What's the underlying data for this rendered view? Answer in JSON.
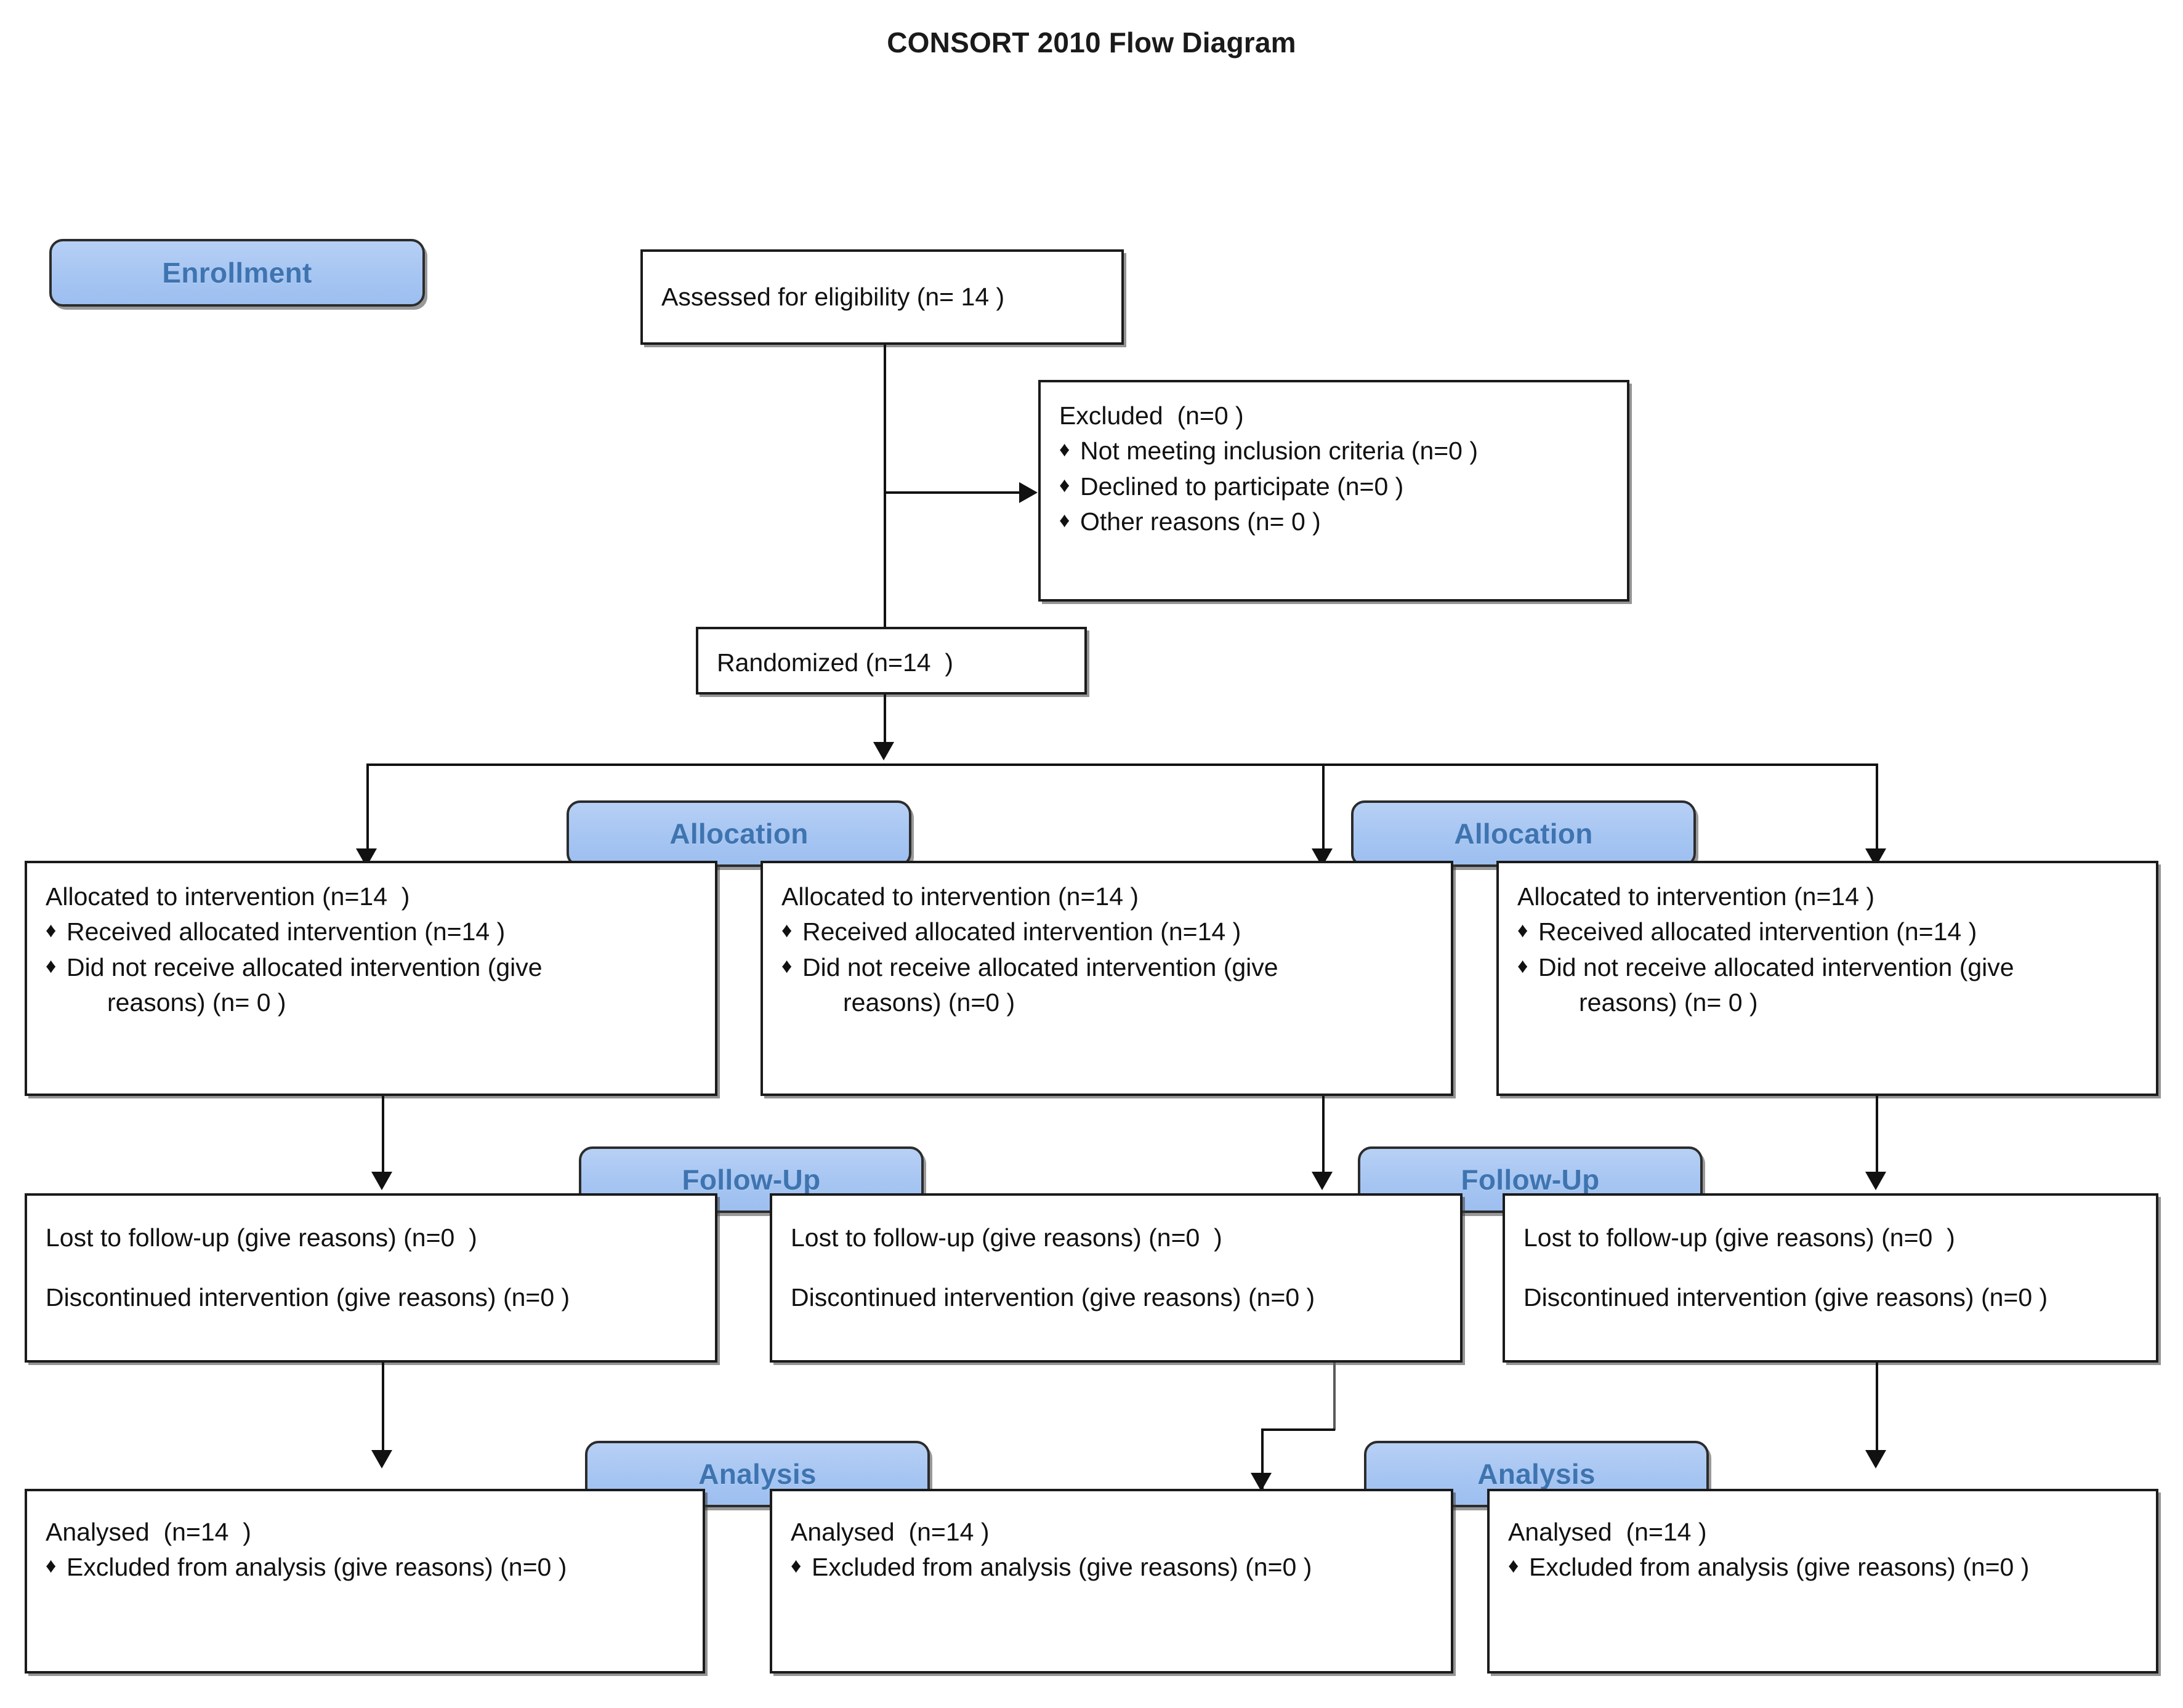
{
  "title": "CONSORT 2010 Flow Diagram",
  "stages": {
    "enrollment": "Enrollment",
    "allocation": "Allocation",
    "followup": "Follow-Up",
    "analysis": "Analysis"
  },
  "enrollment": {
    "assessed": "Assessed for eligibility (n= 14 )",
    "excluded_title": "Excluded  (n=0 )",
    "excluded_items": [
      "Not meeting inclusion criteria (n=0 )",
      "Declined to participate (n=0 )",
      "Other reasons (n= 0 )"
    ],
    "randomized": "Randomized (n=14  )"
  },
  "allocation_boxes": [
    {
      "title": "Allocated to intervention (n=14  )",
      "items": [
        "Received allocated intervention (n=14 )",
        "Did not receive allocated intervention (give"
      ],
      "continuation": "reasons) (n= 0 )"
    },
    {
      "title": "Allocated to intervention (n=14 )",
      "items": [
        "Received allocated intervention (n=14 )",
        "Did not receive allocated intervention (give"
      ],
      "continuation": "reasons) (n=0 )"
    },
    {
      "title": "Allocated to intervention (n=14 )",
      "items": [
        "Received allocated intervention (n=14 )",
        "Did not receive allocated intervention (give"
      ],
      "continuation": "reasons) (n= 0 )"
    }
  ],
  "followup_boxes": [
    {
      "lost": "Lost to follow-up (give reasons) (n=0  )",
      "discontinued": "Discontinued intervention (give reasons) (n=0 )"
    },
    {
      "lost": "Lost to follow-up (give reasons) (n=0  )",
      "discontinued": "Discontinued intervention (give reasons) (n=0 )"
    },
    {
      "lost": "Lost to follow-up (give reasons) (n=0  )",
      "discontinued": "Discontinued intervention (give reasons) (n=0 )"
    }
  ],
  "analysis_boxes": [
    {
      "analysed": "Analysed  (n=14  )",
      "excluded": "Excluded from analysis (give reasons) (n=0 )"
    },
    {
      "analysed": "Analysed  (n=14 )",
      "excluded": "Excluded from analysis (give reasons) (n=0 )"
    },
    {
      "analysed": "Analysed  (n=14 )",
      "excluded": "Excluded from analysis (give reasons) (n=0 )"
    }
  ],
  "bullet_glyph": "♦",
  "colors": {
    "badge_fill": "#a9c8f2",
    "badge_text": "#3e74b0",
    "border": "#1b1b1b",
    "text": "#111111",
    "background": "#ffffff"
  }
}
